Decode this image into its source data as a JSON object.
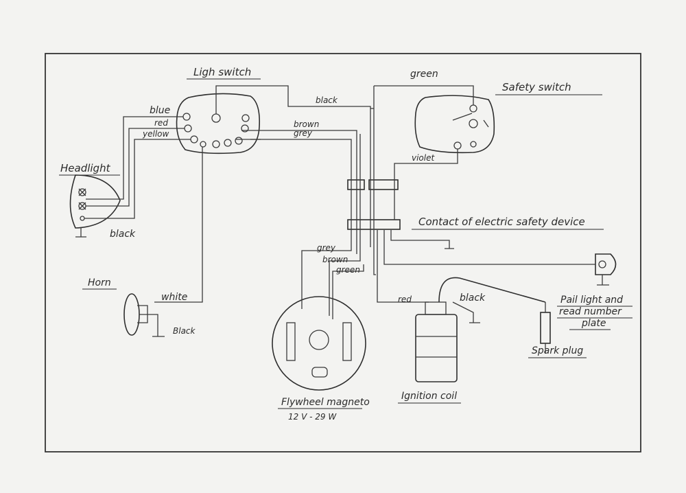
{
  "labels": {
    "light_switch": "Ligh switch",
    "safety_switch": "Safety switch",
    "headlight": "Headlight",
    "horn": "Horn",
    "contact": "Contact of electric safety device",
    "tail_light_1": "Pail light and",
    "tail_light_2": "read number",
    "tail_light_3": "plate",
    "spark_plug": "Spark plug",
    "ignition_coil": "Ignition coil",
    "magneto": "Flywheel magneto",
    "magneto_rating": "12 V - 29 W"
  },
  "wires": {
    "blue": "blue",
    "red": "red",
    "yellow": "yellow",
    "black_top": "black",
    "brown_top": "brown",
    "grey_top": "grey",
    "green_top": "green",
    "violet": "violet",
    "black_headlight": "black",
    "white": "white",
    "black_horn": "Black",
    "grey_mag": "grey",
    "brown_mag": "brown",
    "green_mag": "green",
    "red_coil": "red",
    "black_coil": "black"
  }
}
